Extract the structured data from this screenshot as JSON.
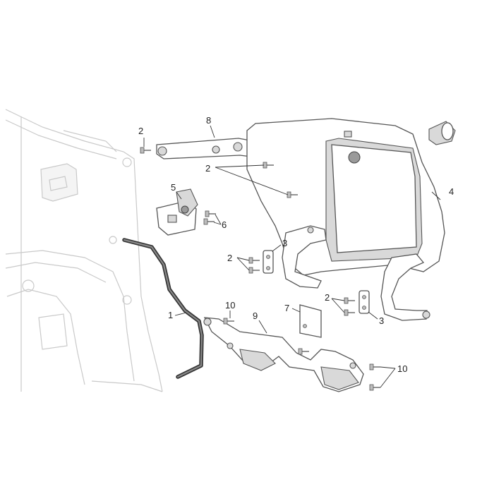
{
  "callouts": {
    "c1": "1",
    "c2a": "2",
    "c2b": "2",
    "c2c": "2",
    "c2d": "2",
    "c3a": "3",
    "c3b": "3",
    "c4": "4",
    "c5": "5",
    "c6": "6",
    "c7": "7",
    "c8": "8",
    "c9": "9",
    "c10a": "10",
    "c10b": "10"
  }
}
